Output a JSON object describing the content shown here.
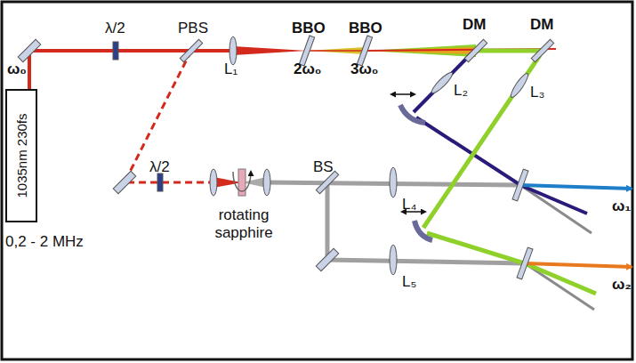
{
  "diagram": {
    "nodes": [
      {
        "text": [
          "1035nm 230fs"
        ]
      }
    ],
    "labels": [
      "λ/2",
      "PBS",
      "L₁",
      "BBO",
      "BBO",
      "DM",
      "DM",
      "ω₀",
      "2ω₀",
      "3ω₀",
      "L₂",
      "L₃",
      "0,2 - 2 MHz",
      "λ/2",
      "rotating sapphire",
      "BS",
      "L₄",
      "L₅",
      "ω₁",
      "ω₂"
    ]
  }
}
